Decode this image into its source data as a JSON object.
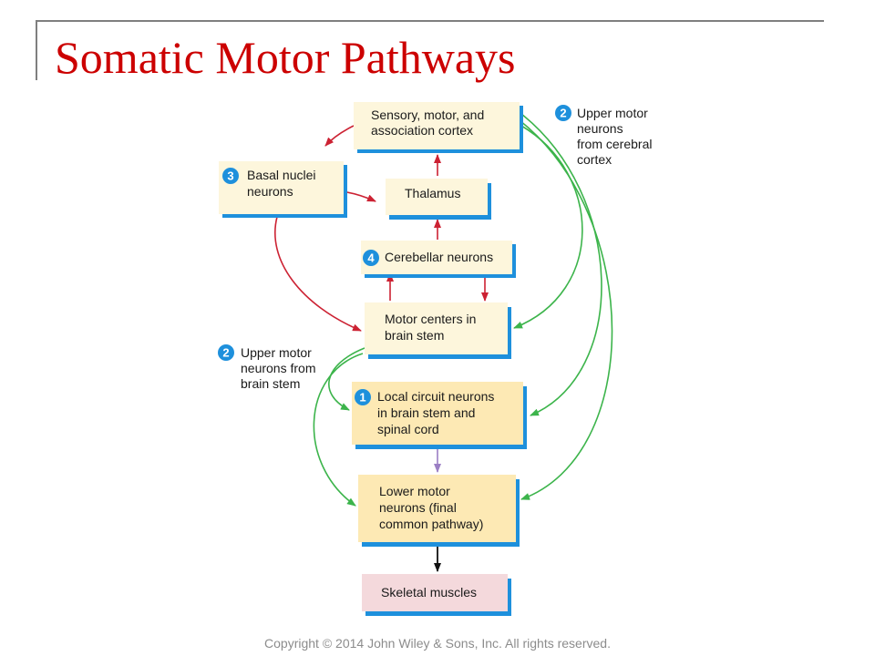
{
  "slide": {
    "title": "Somatic Motor Pathways",
    "copyright": "Copyright © 2014 John Wiley & Sons, Inc. All rights reserved."
  },
  "diagram": {
    "boxes": {
      "cortex": [
        "Sensory, motor, and",
        "association cortex"
      ],
      "basal": [
        "Basal nuclei",
        "neurons"
      ],
      "thalamus": [
        "Thalamus"
      ],
      "cerebellar": [
        "Cerebellar neurons"
      ],
      "motor_centers": [
        "Motor centers in",
        "brain stem"
      ],
      "local_circuit": [
        "Local circuit neurons",
        "in brain stem and",
        "spinal cord"
      ],
      "lower_motor": [
        "Lower motor",
        "neurons (final",
        "common pathway)"
      ],
      "skeletal": [
        "Skeletal muscles"
      ]
    },
    "badges": {
      "basal": "3",
      "cerebellar": "4",
      "local_circuit": "1",
      "upper_cortex": "2",
      "upper_brainstem": "2"
    },
    "labels": {
      "upper_cortex": [
        "Upper motor",
        "neurons",
        "from cerebral",
        "cortex"
      ],
      "upper_brainstem": [
        "Upper motor",
        "neurons from",
        "brain stem"
      ]
    },
    "colors": {
      "box_light": "#fdf6dc",
      "box_mid": "#fde9b4",
      "box_skeletal": "#f4d9dc",
      "box_shadow": "#1e90dc",
      "badge": "#1e90dc",
      "arrow_red": "#cc2233",
      "arrow_green": "#3cb44b",
      "arrow_purple": "#9b7fc4",
      "arrow_black": "#111111"
    }
  }
}
